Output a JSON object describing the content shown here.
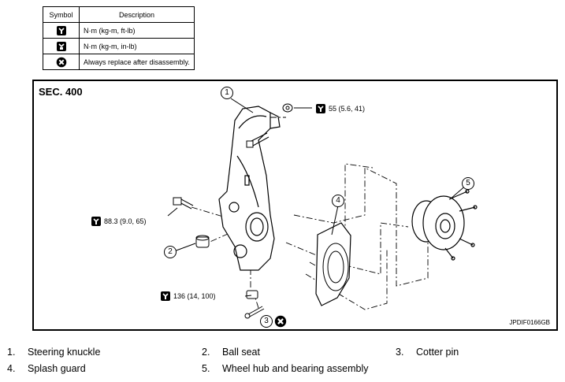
{
  "legend": {
    "header_symbol": "Symbol",
    "header_description": "Description",
    "rows": [
      {
        "icon": "torque-wrench-icon",
        "description": "N·m (kg-m, ft-lb)"
      },
      {
        "icon": "torque-wrench-inlb-icon",
        "description": "N·m (kg-m, in-lb)"
      },
      {
        "icon": "always-replace-icon",
        "description": "Always replace after disassembly."
      }
    ]
  },
  "figure": {
    "section": "SEC. 400",
    "code": "JPDIF0166GB",
    "torques": {
      "t1": "55 (5.6, 41)",
      "t2": "88.3 (9.0, 65)",
      "t3": "136 (14, 100)"
    },
    "callouts": [
      "1",
      "2",
      "3",
      "4",
      "5"
    ]
  },
  "parts": [
    {
      "num": "1.",
      "name": "Steering knuckle"
    },
    {
      "num": "2.",
      "name": "Ball seat"
    },
    {
      "num": "3.",
      "name": "Cotter pin"
    },
    {
      "num": "4.",
      "name": "Splash guard"
    },
    {
      "num": "5.",
      "name": "Wheel hub and bearing assembly"
    }
  ]
}
